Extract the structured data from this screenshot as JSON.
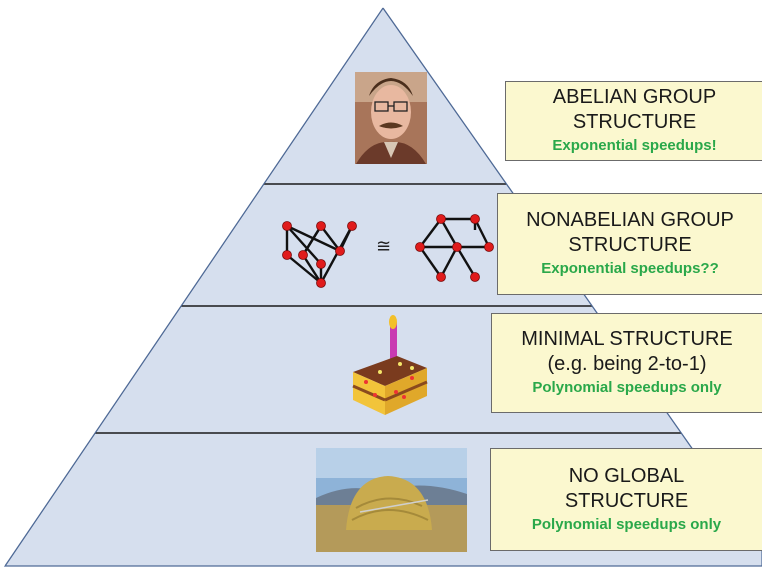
{
  "tiers": [
    {
      "id": "abelian",
      "title_lines": [
        "ABELIAN GROUP",
        "STRUCTURE"
      ],
      "speedup": "Exponential speedups!",
      "illustration": "portrait-photo"
    },
    {
      "id": "nonabelian",
      "title_lines": [
        "NONABELIAN GROUP",
        "STRUCTURE"
      ],
      "speedup": "Exponential speedups??",
      "illustration": "isomorphic-graphs",
      "symbol": "≅"
    },
    {
      "id": "minimal",
      "title_lines": [
        "MINIMAL STRUCTURE",
        "(e.g. being 2-to-1)"
      ],
      "speedup": "Polynomial speedups only",
      "illustration": "birthday-cake-slice"
    },
    {
      "id": "none",
      "title_lines": [
        "NO GLOBAL",
        "STRUCTURE"
      ],
      "speedup": "Polynomial speedups only",
      "illustration": "haystack-with-needle"
    }
  ],
  "colors": {
    "pyramid_fill": "#d6dfee",
    "pyramid_edge": "#4f6a96",
    "tier_divider": "#1a1a1a",
    "box_fill": "#fbf8cf",
    "speedup_text": "#2aa84a",
    "graph_node": "#e01b1b"
  }
}
